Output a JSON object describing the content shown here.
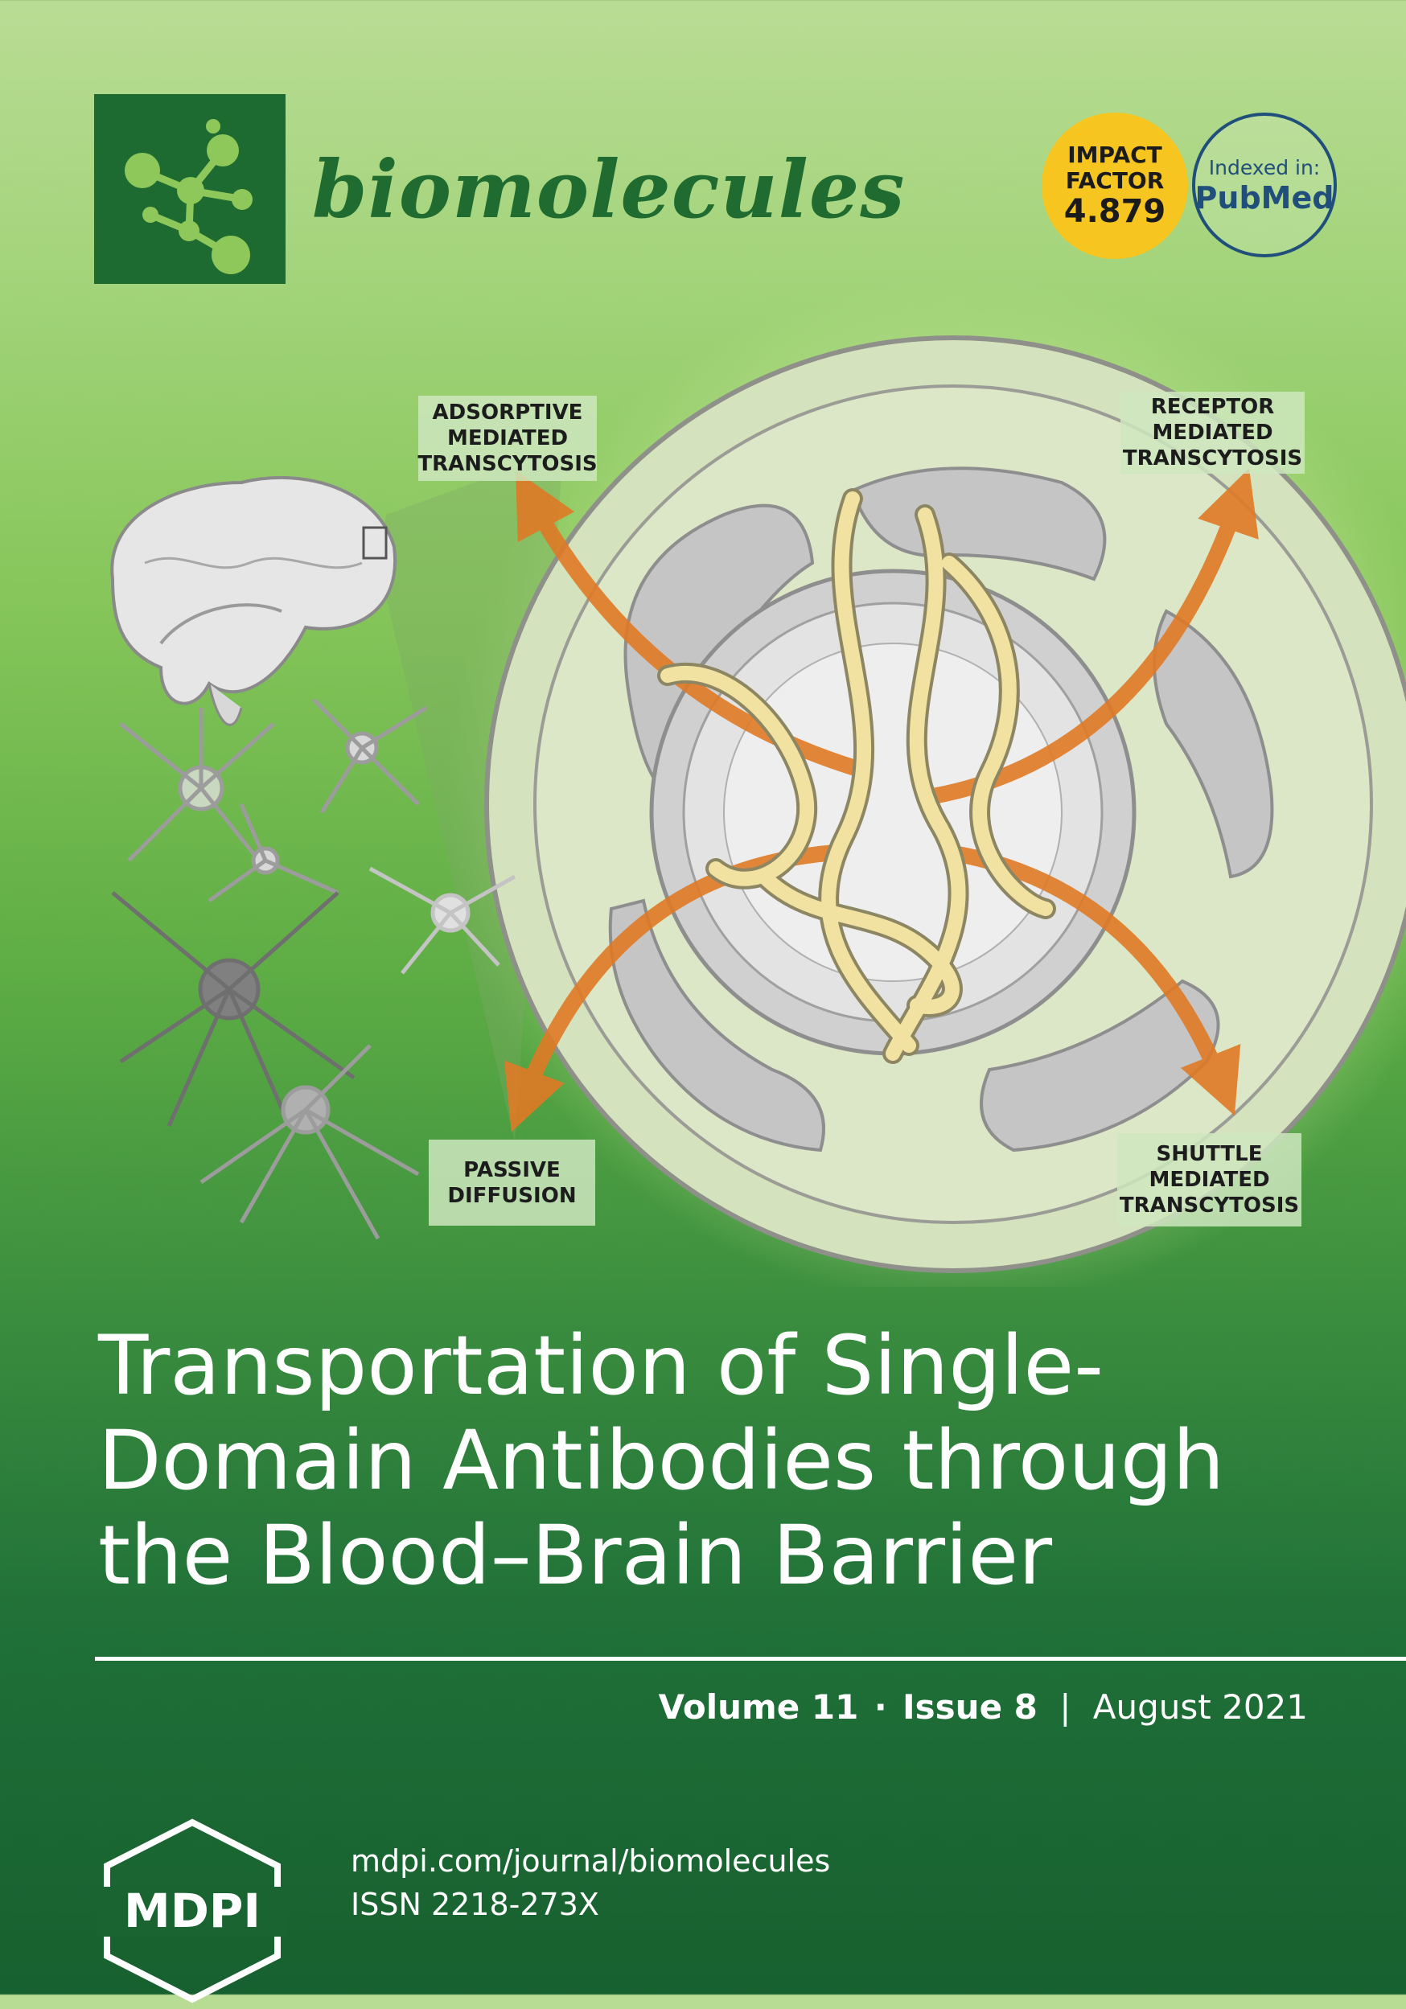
{
  "header": {
    "journal_name": "biomolecules",
    "impact_factor": {
      "line1": "IMPACT",
      "line2": "FACTOR",
      "value": "4.879"
    },
    "indexed": {
      "line1": "Indexed in:",
      "line2": "PubMed"
    }
  },
  "figure": {
    "labels": {
      "adsorptive": "ADSORPTIVE\nMEDIATED\nTRANSCYTOSIS",
      "receptor": "RECEPTOR\nMEDIATED\nTRANSCYTOSIS",
      "passive": "PASSIVE\nDIFFUSION",
      "shuttle": "SHUTTLE\nMEDIATED\nTRANSCYTOSIS"
    }
  },
  "article": {
    "title": "Transportation of Single-\nDomain Antibodies through\nthe Blood–Brain Barrier"
  },
  "issue": {
    "volume": "Volume 11",
    "dot": "·",
    "issue": "Issue 8",
    "divider": "|",
    "date": "August 2021"
  },
  "footer": {
    "publisher": "MDPI",
    "url": "mdpi.com/journal/biomolecules",
    "issn": "ISSN 2218-273X"
  },
  "colors": {
    "brand_green": "#1e6b32",
    "impact_yellow": "#f7c51f",
    "pubmed_blue": "#1f4f7a",
    "arrow_orange": "#e07a26"
  }
}
